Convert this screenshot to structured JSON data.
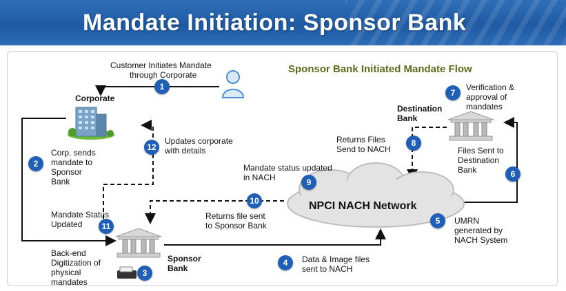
{
  "banner": {
    "title": "Mandate Initiation: Sponsor Bank"
  },
  "diagram": {
    "title": "Sponsor Bank Initiated Mandate Flow"
  },
  "nodes": {
    "corporate": "Corporate",
    "destination_bank": [
      "Destination",
      "Bank"
    ],
    "sponsor_bank": [
      "Sponsor",
      "Bank"
    ],
    "npci": "NPCI NACH Network"
  },
  "steps": [
    {
      "num": "1",
      "text": [
        "Customer Initiates Mandate",
        "through Corporate"
      ]
    },
    {
      "num": "2",
      "text": [
        "Corp. sends",
        "mandate to",
        "Sponsor",
        "Bank"
      ]
    },
    {
      "num": "3",
      "text": [
        "Back-end",
        "Digitization of",
        "physical",
        "mandates"
      ]
    },
    {
      "num": "4",
      "text": [
        "Data & Image files",
        "sent to NACH"
      ]
    },
    {
      "num": "5",
      "text": [
        "UMRN",
        "generated by",
        "NACH System"
      ]
    },
    {
      "num": "6",
      "text": [
        "Files Sent to",
        "Destination",
        "Bank"
      ]
    },
    {
      "num": "7",
      "text": [
        "Verification &",
        "approval of",
        "mandates"
      ]
    },
    {
      "num": "8",
      "text": [
        "Returns Files",
        "Send to NACH"
      ]
    },
    {
      "num": "9",
      "text": [
        "Mandate status updated",
        "in NACH"
      ]
    },
    {
      "num": "10",
      "text": [
        "Returns file sent",
        "to Sponsor Bank"
      ]
    },
    {
      "num": "11",
      "text": [
        "Mandate Status",
        "Updated"
      ]
    },
    {
      "num": "12",
      "text": [
        "Updates corporate",
        "with details"
      ]
    }
  ],
  "colors": {
    "badge": "#1f5fb5",
    "banner": "#1f5aa3",
    "diagram_title": "#5a6b1e"
  }
}
